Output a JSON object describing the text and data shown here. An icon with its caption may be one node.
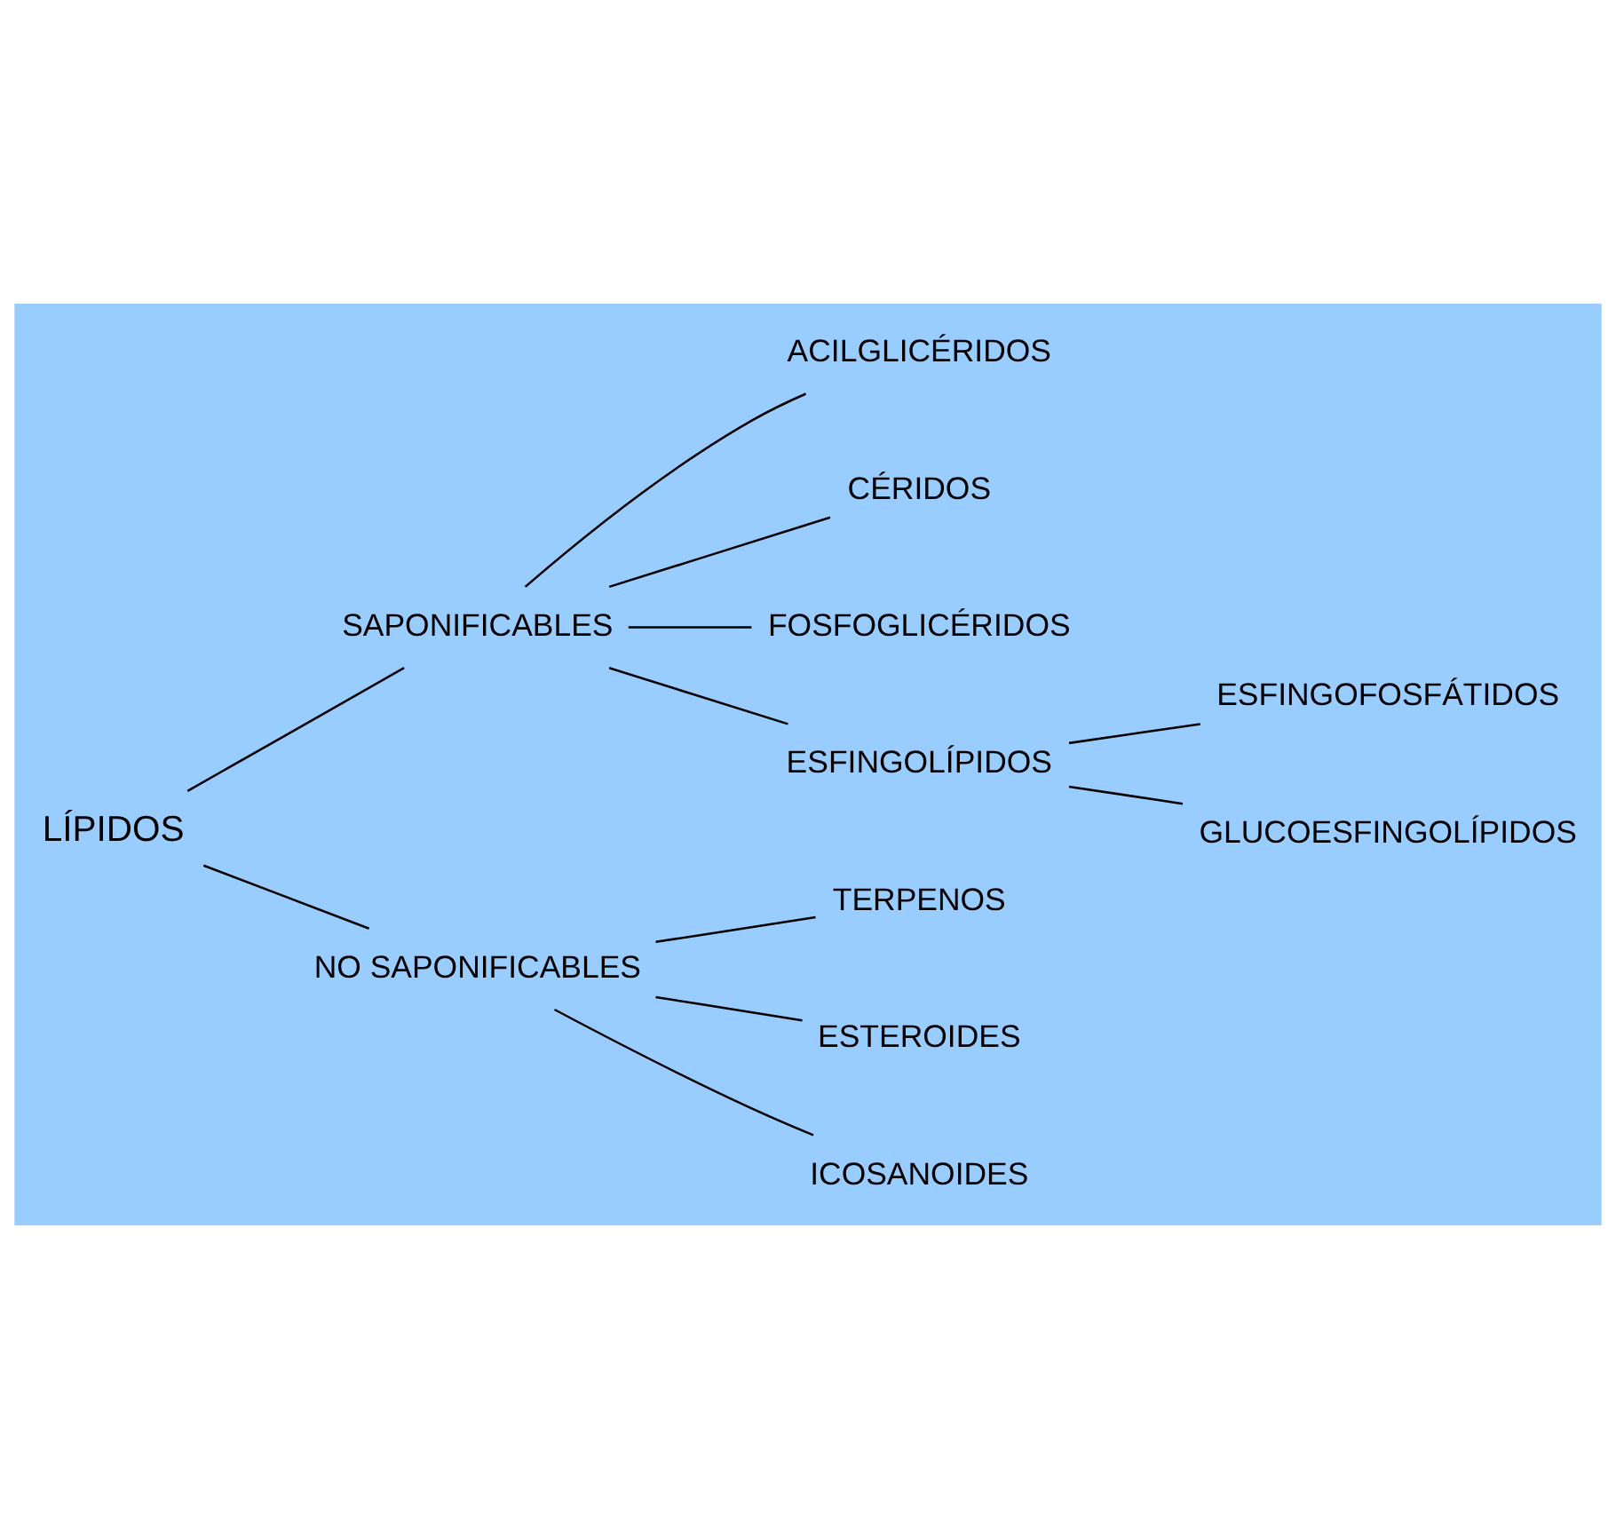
{
  "diagram": {
    "nodes": [
      {
        "text": [
          "LÍPIDOS"
        ]
      },
      {
        "text": [
          "SAPONIFICABLES"
        ]
      },
      {
        "text": [
          "ACILGLICÉRIDOS"
        ]
      },
      {
        "text": [
          "CÉRIDOS"
        ]
      },
      {
        "text": [
          "FOSFOGLICÉRIDOS"
        ]
      },
      {
        "text": [
          "ESFINGOLÍPIDOS"
        ]
      },
      {
        "text": [
          "ESFINGOFOSFÁTIDOS"
        ]
      },
      {
        "text": [
          "GLUCOESFINGOLÍPIDOS"
        ]
      },
      {
        "text": [
          "NO SAPONIFICABLES"
        ]
      },
      {
        "text": [
          "TERPENOS"
        ]
      },
      {
        "text": [
          "ESTEROIDES"
        ]
      },
      {
        "text": [
          "ICOSANOIDES"
        ]
      }
    ],
    "edges": [
      {
        "from": 0,
        "to": 1,
        "arrow": "none"
      },
      {
        "from": 0,
        "to": 8,
        "arrow": "none"
      },
      {
        "from": 1,
        "to": 2,
        "arrow": "none"
      },
      {
        "from": 1,
        "to": 3,
        "arrow": "none"
      },
      {
        "from": 1,
        "to": 4,
        "arrow": "none"
      },
      {
        "from": 1,
        "to": 5,
        "arrow": "none"
      },
      {
        "from": 5,
        "to": 6,
        "arrow": "none"
      },
      {
        "from": 5,
        "to": 7,
        "arrow": "none"
      },
      {
        "from": 8,
        "to": 9,
        "arrow": "none"
      },
      {
        "from": 8,
        "to": 10,
        "arrow": "none"
      },
      {
        "from": 8,
        "to": 11,
        "arrow": "none"
      }
    ]
  }
}
